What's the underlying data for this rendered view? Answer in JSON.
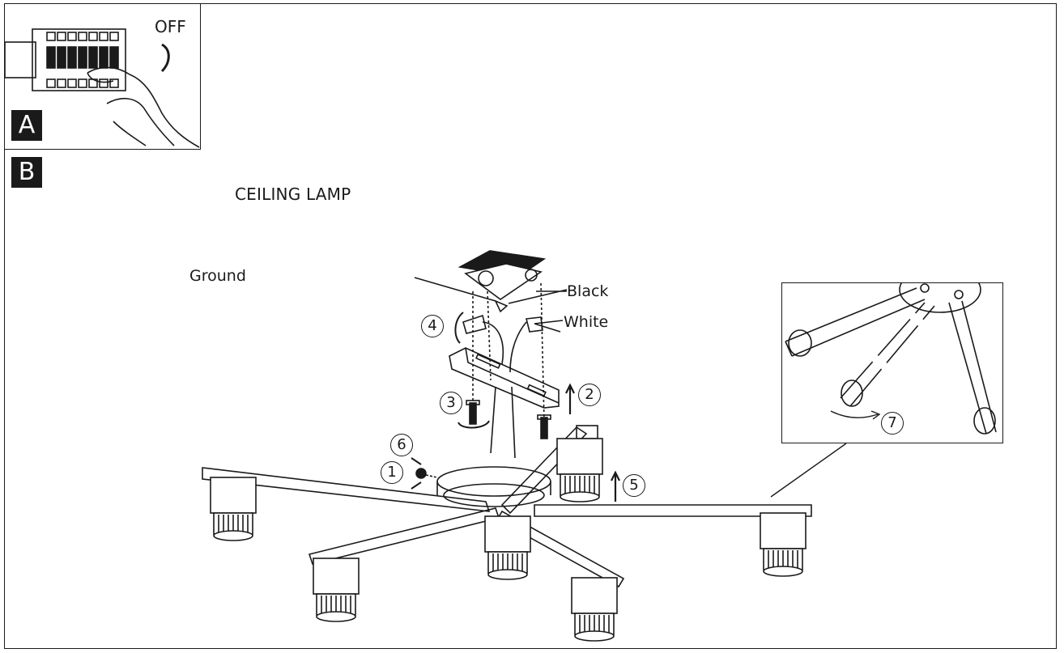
{
  "panels": {
    "a": {
      "badge": "A",
      "switch_label": "OFF"
    },
    "b": {
      "badge": "B",
      "title": "CEILING LAMP"
    }
  },
  "wire_labels": {
    "ground": "Ground",
    "black": "Black",
    "white": "White"
  },
  "steps": [
    "1",
    "2",
    "3",
    "4",
    "5",
    "6",
    "7"
  ],
  "icons": [
    "breaker-panel-icon",
    "hand-icon",
    "rotate-arrow-icon",
    "up-arrow-icon",
    "screw-icon",
    "wire-nut-icon"
  ],
  "colors": {
    "ink": "#1a1a1a",
    "paper": "#ffffff"
  }
}
